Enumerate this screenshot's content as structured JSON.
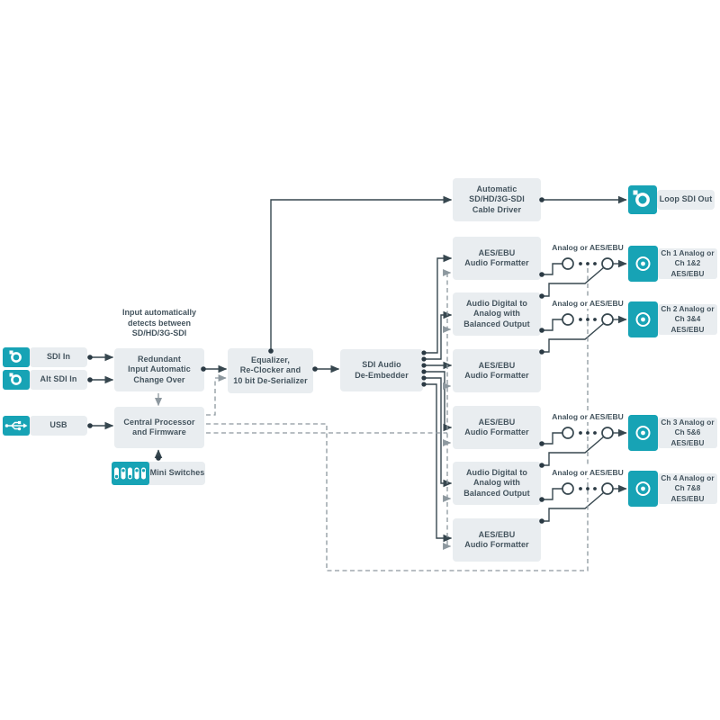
{
  "title": "SDI audio de-embedder signal flow diagram",
  "colors": {
    "teal": "#17a3b5",
    "box_bg": "#e9edf0",
    "text": "#44545e",
    "line": "#37474f",
    "dashed": "#8d989f",
    "white": "#ffffff"
  },
  "icons": {
    "bnc": "bnc-connector-icon",
    "usb": "usb-icon",
    "xlr": "xlr-connector-icon",
    "dip_switches": "mini-switches-icon"
  },
  "inputs": {
    "sdi_in": "SDI In",
    "alt_sdi_in": "Alt SDI In",
    "usb": "USB"
  },
  "note": "Input automatically\ndetects between\nSD/HD/3G-SDI",
  "blocks": {
    "redundant": "Redundant\nInput Automatic\nChange Over",
    "cpu": "Central Processor\nand Firmware",
    "mini_switches": "Mini Switches",
    "equalizer": "Equalizer,\nRe-Clocker and\n10 bit De-Serializer",
    "deembedder": "SDI Audio\nDe-Embedder",
    "cable_driver": "Automatic\nSD/HD/3G-SDI\nCable Driver",
    "aes_ebu_formatter": "AES/EBU\nAudio Formatter",
    "dac": "Audio Digital to\nAnalog with\nBalanced Output"
  },
  "switches": {
    "label": "Analog or AES/EBU"
  },
  "outputs": {
    "loop": "Loop SDI Out",
    "ch1": "Ch 1 Analog or\nCh 1&2 AES/EBU",
    "ch2": "Ch 2 Analog or\nCh 3&4 AES/EBU",
    "ch3": "Ch 3 Analog or\nCh 5&6 AES/EBU",
    "ch4": "Ch 4 Analog or\nCh 7&8 AES/EBU"
  }
}
